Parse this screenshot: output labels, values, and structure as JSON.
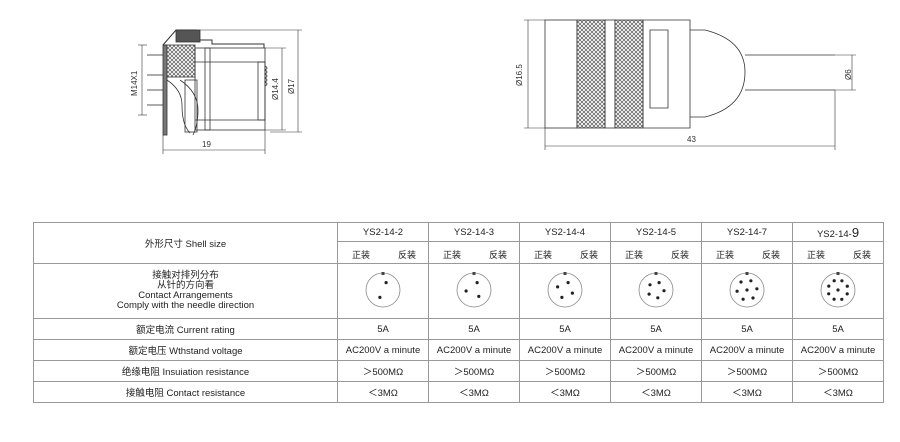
{
  "drawing": {
    "left": {
      "thread_label": "M14X1",
      "dia1_label": "Ø14.4",
      "dia2_label": "Ø17",
      "length_label": "19"
    },
    "right": {
      "dia_label": "Ø16.5",
      "length_label": "43",
      "cable_label": "Ø6"
    }
  },
  "table": {
    "shell_size_label": "外形尺寸 Shell size",
    "mount_front": "正装",
    "mount_reverse": "反装",
    "models": [
      {
        "name": "YS2-14-2",
        "suffix": ""
      },
      {
        "name": "YS2-14-3",
        "suffix": ""
      },
      {
        "name": "YS2-14-4",
        "suffix": ""
      },
      {
        "name": "YS2-14-5",
        "suffix": ""
      },
      {
        "name": "YS2-14-7",
        "suffix": ""
      },
      {
        "name": "YS2-14-",
        "suffix": "9"
      }
    ],
    "arrangement_label_lines": [
      "接触对排列分布",
      "从针的方向看",
      "Contact Arrangements",
      "Comply with the needle direction"
    ],
    "pin_counts": [
      2,
      3,
      4,
      5,
      7,
      9
    ],
    "rows": [
      {
        "label": "额定电流  Current rating",
        "values": [
          "5A",
          "5A",
          "5A",
          "5A",
          "5A",
          "5A"
        ]
      },
      {
        "label": "额定电压  Wthstand voltage",
        "values": [
          "AC200V a minute",
          "AC200V a minute",
          "AC200V a minute",
          "AC200V a minute",
          "AC200V a minute",
          "AC200V a minute"
        ]
      },
      {
        "label": "绝缘电阻  Insuiation resistance",
        "values": [
          "＞500MΩ",
          "＞500MΩ",
          "＞500MΩ",
          "＞500MΩ",
          "＞500MΩ",
          "＞500MΩ"
        ]
      },
      {
        "label": "接触电阻  Contact resistance",
        "values": [
          "＜3MΩ",
          "＜3MΩ",
          "＜3MΩ",
          "＜3MΩ",
          "＜3MΩ",
          "＜3MΩ"
        ]
      }
    ]
  }
}
